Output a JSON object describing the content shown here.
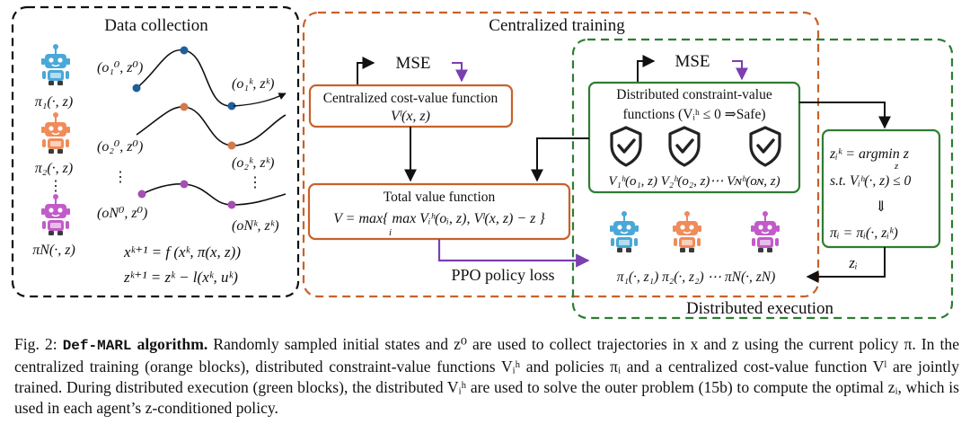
{
  "panels": {
    "data_collection": "Data collection",
    "centralized_training": "Centralized training",
    "distributed_execution": "Distributed execution"
  },
  "data_collection": {
    "policy_labels": [
      "π₁(·, z)",
      "π₂(·, z)",
      "πN(·, z)"
    ],
    "vdots": "⋮",
    "start_labels": [
      "(o₁⁰, z⁰)",
      "(o₂⁰, z⁰)",
      "(oN⁰, z⁰)"
    ],
    "end_labels": [
      "(o₁ᵏ, zᵏ)",
      "(o₂ᵏ, zᵏ)",
      "(oNᵏ, zᵏ)"
    ],
    "eq_x": "xᵏ⁺¹ = f (xᵏ, π(x, z))",
    "eq_z": "zᵏ⁺¹ = zᵏ − l(xᵏ, uᵏ)"
  },
  "training": {
    "mse": "MSE",
    "cost_value_title": "Centralized cost-value function",
    "cost_value_formula": "Vˡ(x, z)",
    "total_value_title": "Total value function",
    "total_value_formula": "V = max{ max Vᵢʰ(oᵢ, z), Vˡ(x, z) − z }",
    "total_value_sub": "i",
    "constraint_title_1": "Distributed constraint-value",
    "constraint_title_2": "functions (Vᵢʰ ≤ 0 ⇒Safe)",
    "constraint_labels": "V₁ʰ(o₁, z) V₂ʰ(o₂, z)⋯ Vɴʰ(oɴ, z)",
    "ppo": "PPO policy loss"
  },
  "execution": {
    "opt_line1": "zᵢᵏ = argmin z",
    "opt_sub": "z",
    "opt_line2": "s.t.  Vᵢʰ(·, z) ≤ 0",
    "opt_arrow": "⇓",
    "opt_line3": "πᵢ = πᵢ(·, zᵢᵏ)",
    "zi_label": "zᵢ",
    "policy_row": "π₁(·, z₁)   π₂(·, z₂) ⋯  πN(·, zN)"
  },
  "caption": {
    "fig_label": "Fig. 2:",
    "algo_name": "Def-MARL",
    "algo_tail": " algorithm.",
    "text": " Randomly sampled initial states and z⁰ are used to collect trajectories in x and z using the current policy π. In the centralized training (orange blocks), distributed constraint-value functions Vᵢʰ and policies πᵢ and a centralized cost-value function Vˡ are jointly trained. During distributed execution (green blocks), the distributed Vᵢʰ are used to solve the outer problem (15b) to compute the optimal zᵢ, which is used in each agent’s z-conditioned policy."
  },
  "colors": {
    "orange": "#c8612a",
    "green": "#2e7d32",
    "purple": "#7b3fb0",
    "blue": "#1f5f9a",
    "robot_blue": "#4aa8d8",
    "robot_orange": "#ef8c5a",
    "robot_purple": "#c25bc9",
    "dot_orange": "#d27a4a",
    "dot_purple": "#a34fb3"
  },
  "icons": [
    "robot-icon",
    "shield-check-icon"
  ]
}
